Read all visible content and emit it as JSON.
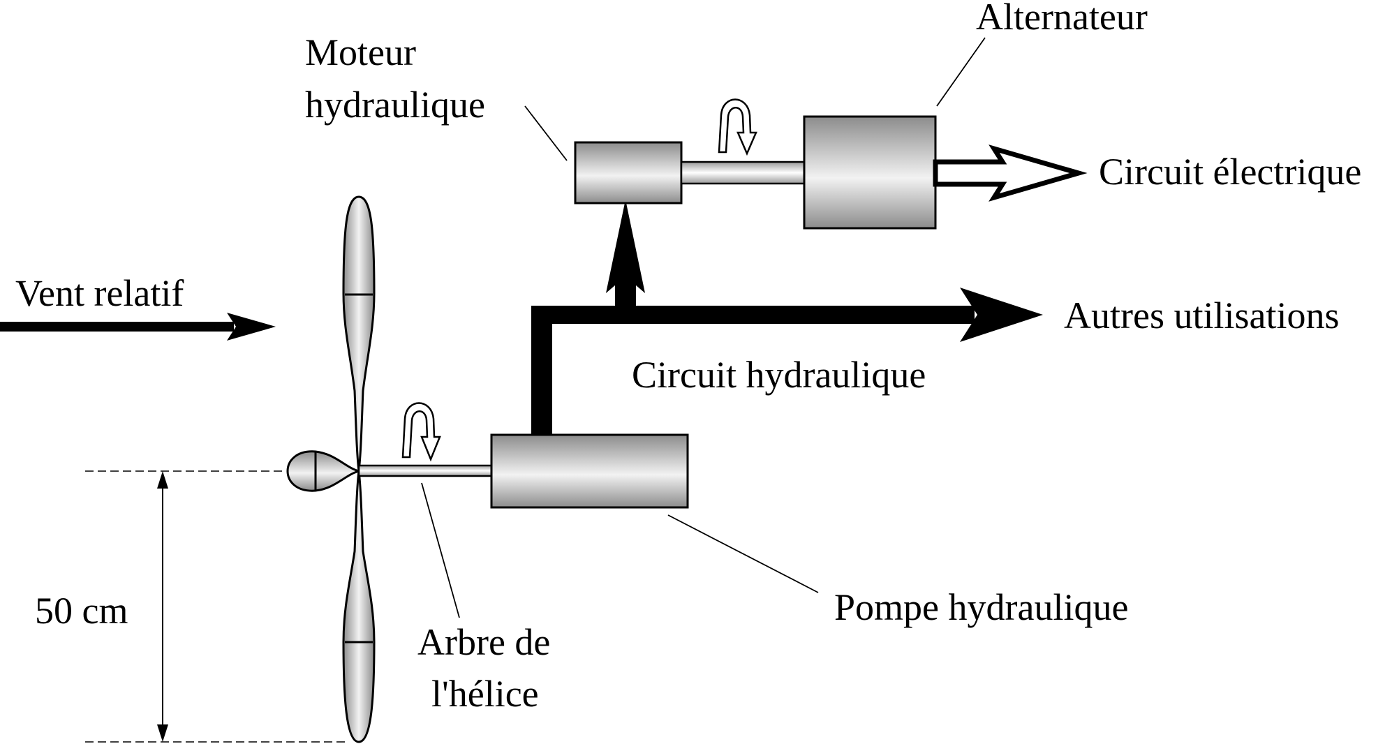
{
  "labels": {
    "moteur_line1": "Moteur",
    "moteur_line2": "hydraulique",
    "alternateur": "Alternateur",
    "circuit_electrique": "Circuit électrique",
    "vent_relatif": "Vent relatif",
    "autres_utilisations": "Autres utilisations",
    "circuit_hydraulique": "Circuit hydraulique",
    "pompe_hydraulique": "Pompe hydraulique",
    "arbre_line1": "Arbre de",
    "arbre_line2": "l'hélice",
    "dimension": "50 cm"
  },
  "colors": {
    "stroke": "#000000",
    "metal_dark": "#8c8c8c",
    "metal_light": "#f2f2f2"
  }
}
